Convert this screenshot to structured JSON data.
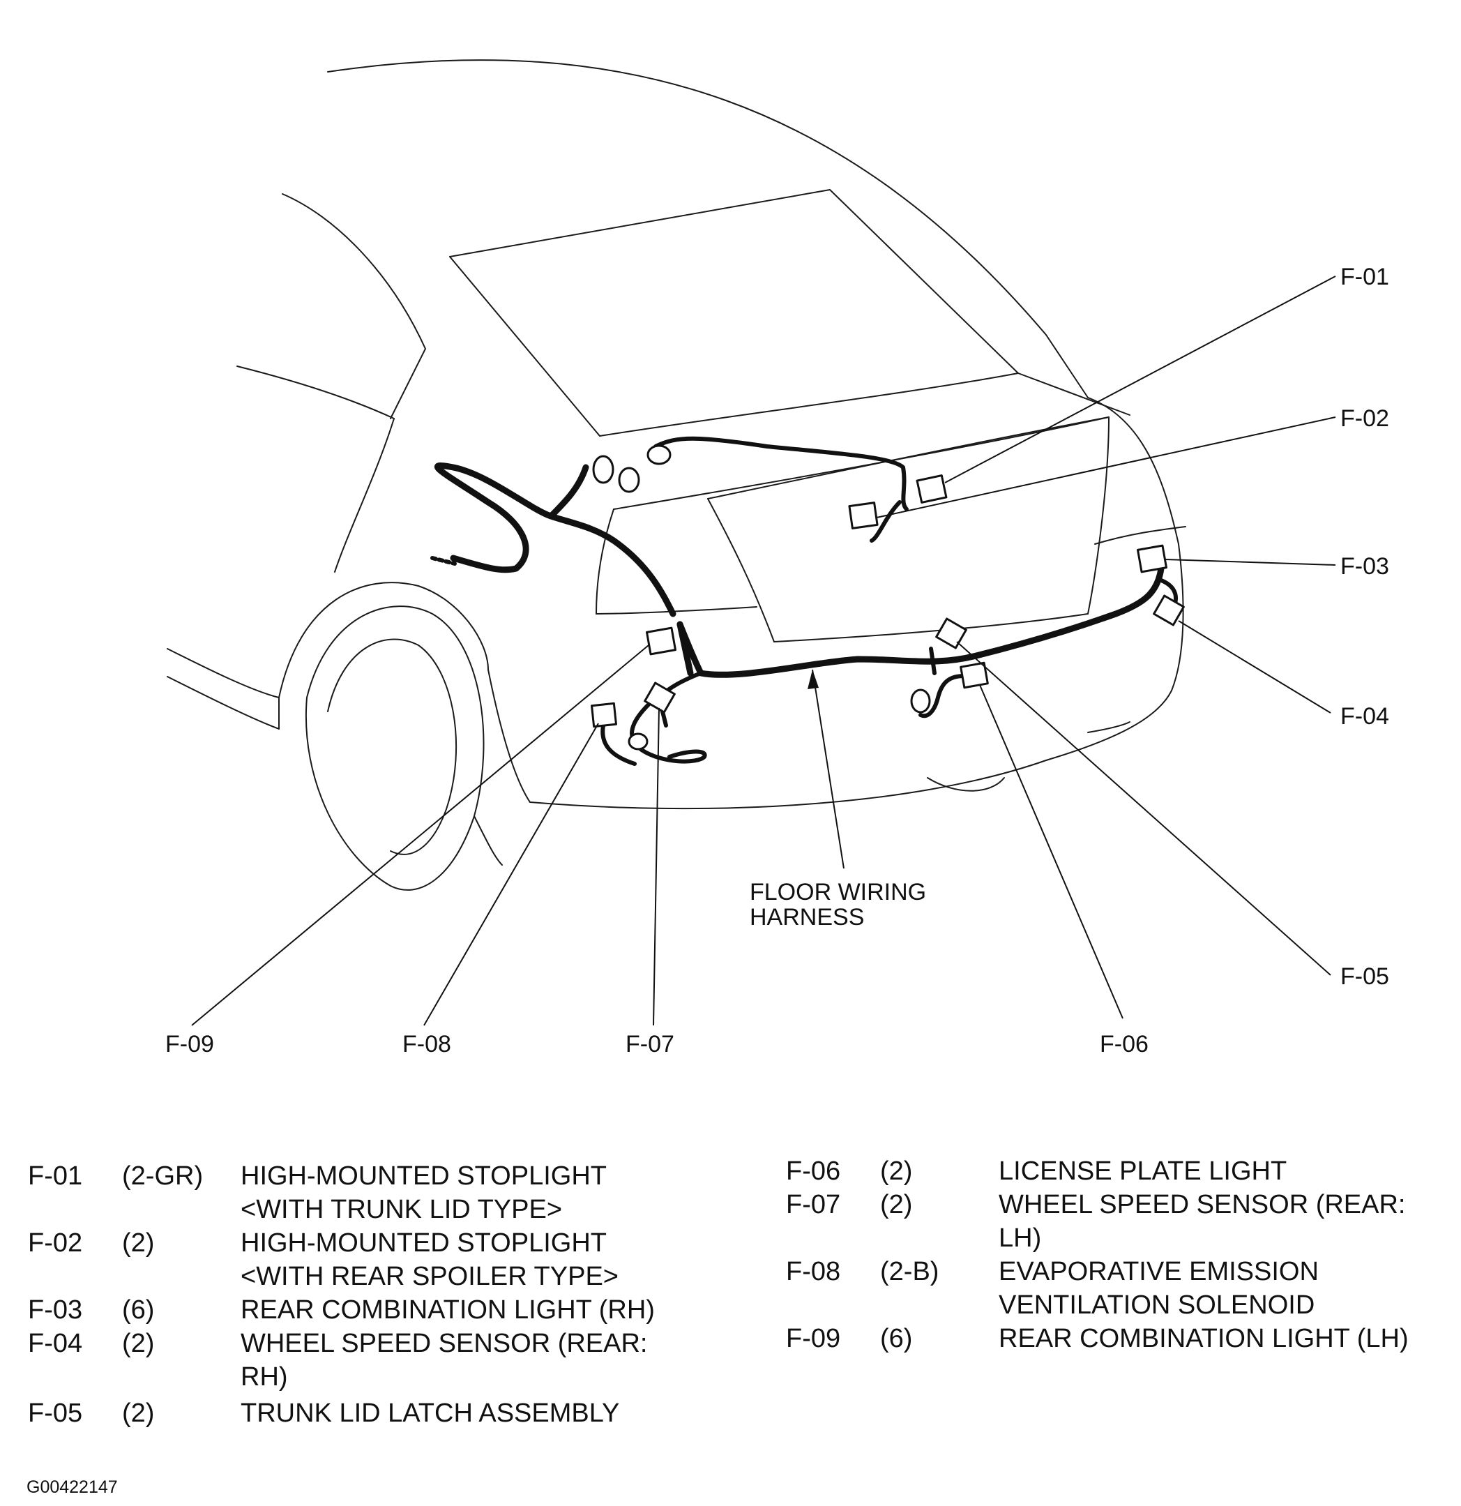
{
  "diagram": {
    "callouts": {
      "f01": "F-01",
      "f02": "F-02",
      "f03": "F-03",
      "f04": "F-04",
      "f05": "F-05",
      "f06": "F-06",
      "f07": "F-07",
      "f08": "F-08",
      "f09": "F-09"
    },
    "harness_label": {
      "line1": "FLOOR WIRING",
      "line2": "HARNESS"
    }
  },
  "legend": {
    "left": [
      {
        "code": "F-01",
        "pins": "(2-GR)",
        "desc1": "HIGH-MOUNTED STOPLIGHT",
        "desc2": "<WITH TRUNK LID TYPE>"
      },
      {
        "code": "F-02",
        "pins": "(2)",
        "desc1": "HIGH-MOUNTED STOPLIGHT",
        "desc2": "<WITH REAR SPOILER TYPE>"
      },
      {
        "code": "F-03",
        "pins": "(6)",
        "desc1": "REAR COMBINATION LIGHT (RH)",
        "desc2": ""
      },
      {
        "code": "F-04",
        "pins": "(2)",
        "desc1": "WHEEL SPEED SENSOR (REAR:",
        "desc2": "RH)"
      },
      {
        "code": "F-05",
        "pins": "(2)",
        "desc1": "TRUNK LID LATCH ASSEMBLY",
        "desc2": ""
      }
    ],
    "right": [
      {
        "code": "F-06",
        "pins": "(2)",
        "desc1": "LICENSE PLATE LIGHT",
        "desc2": ""
      },
      {
        "code": "F-07",
        "pins": "(2)",
        "desc1": "WHEEL SPEED SENSOR (REAR:",
        "desc2": "LH)"
      },
      {
        "code": "F-08",
        "pins": "(2-B)",
        "desc1": "EVAPORATIVE EMISSION",
        "desc2": "VENTILATION SOLENOID"
      },
      {
        "code": "F-09",
        "pins": "(6)",
        "desc1": "REAR COMBINATION LIGHT (LH)",
        "desc2": ""
      }
    ]
  },
  "figure_id": "G00422147"
}
